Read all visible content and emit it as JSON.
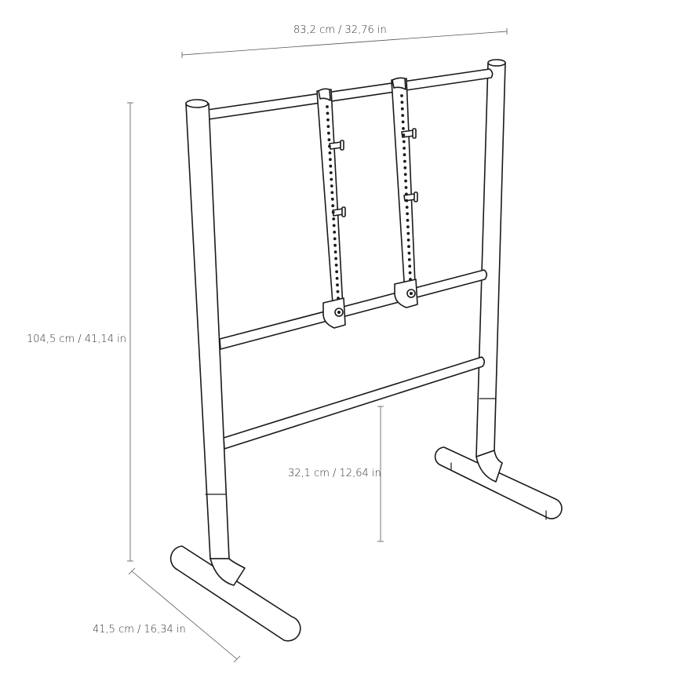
{
  "dimensions": {
    "width": "83,2 cm / 32,76 in",
    "height": "104,5 cm / 41,14 in",
    "rail_height": "32,1 cm / 12,64 in",
    "depth": "41,5 cm / 16,34 in"
  },
  "colors": {
    "stroke": "#1a1a1a",
    "dimension": "#555555",
    "background": "#ffffff"
  }
}
